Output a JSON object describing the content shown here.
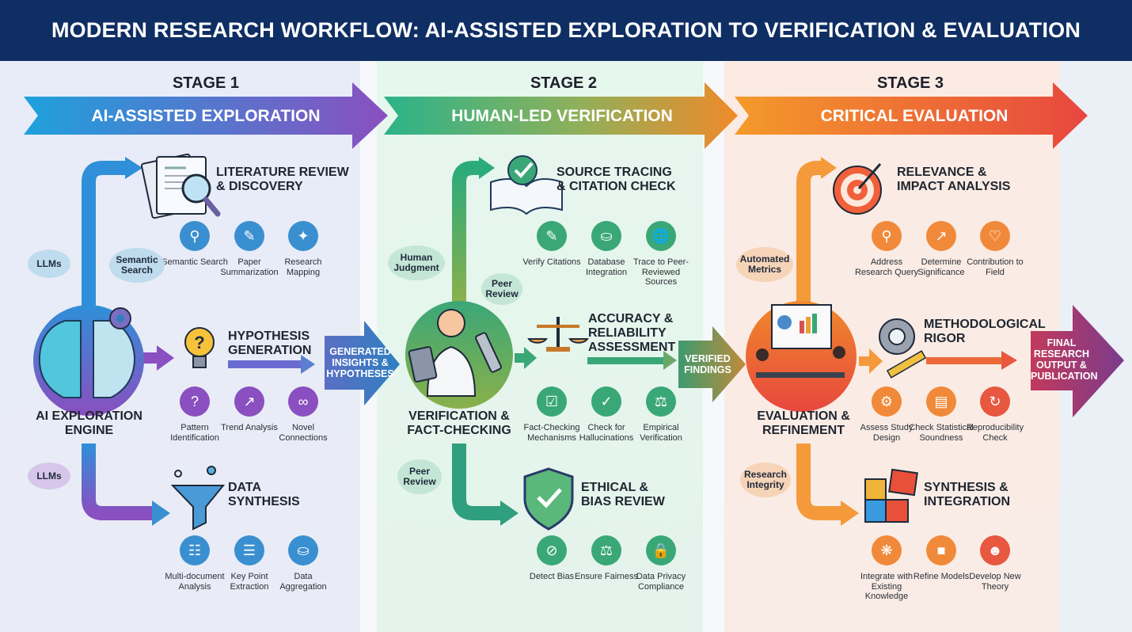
{
  "title": "MODERN RESEARCH WORKFLOW: AI-ASSISTED EXPLORATION TO VERIFICATION & EVALUATION",
  "colors": {
    "title_bg": "#0f2e63",
    "stage1_gradient": [
      "#1ea1dc",
      "#8a4fc0"
    ],
    "stage2_gradient": [
      "#2bb38a",
      "#f08a2a"
    ],
    "stage3_gradient": [
      "#f49a2a",
      "#e8473f"
    ],
    "final_output": [
      "#c23a5c",
      "#7a3b8c"
    ]
  },
  "stages": [
    {
      "stage_label": "STAGE 1",
      "banner": "AI-ASSISTED EXPLORATION",
      "center": {
        "label_line1": "AI EXPLORATION",
        "label_line2": "ENGINE",
        "icon": "brain-gear-icon"
      },
      "bubbles": [
        "LLMs",
        "Semantic Search",
        "LLMs"
      ],
      "branches": [
        {
          "heading_line1": "LITERATURE REVIEW",
          "heading_line2": "& DISCOVERY",
          "icon": "document-magnifier-icon",
          "items": [
            {
              "label": "Semantic Search",
              "icon": "search-icon"
            },
            {
              "label": "Paper Summarization",
              "icon": "edit-document-icon"
            },
            {
              "label": "Research Mapping",
              "icon": "network-icon"
            }
          ]
        },
        {
          "heading_line1": "HYPOTHESIS",
          "heading_line2": "GENERATION",
          "icon": "lightbulb-question-icon",
          "items": [
            {
              "label": "Pattern Identification",
              "icon": "question-magnifier-icon"
            },
            {
              "label": "Trend Analysis",
              "icon": "trend-chart-icon"
            },
            {
              "label": "Novel Connections",
              "icon": "link-icon"
            }
          ]
        },
        {
          "heading_line1": "DATA",
          "heading_line2": "SYNTHESIS",
          "icon": "funnel-icon",
          "items": [
            {
              "label": "Multi-document Analysis",
              "icon": "documents-icon"
            },
            {
              "label": "Key Point Extraction",
              "icon": "list-cursor-icon"
            },
            {
              "label": "Data Aggregation",
              "icon": "database-icon"
            }
          ]
        }
      ]
    },
    {
      "stage_label": "STAGE 2",
      "banner": "HUMAN-LED VERIFICATION",
      "center": {
        "label_line1": "VERIFICATION &",
        "label_line2": "FACT-CHECKING",
        "icon": "scientist-microscope-icon"
      },
      "bubbles": [
        "Human Judgment",
        "Peer Review",
        "Peer Review"
      ],
      "branches": [
        {
          "heading_line1": "SOURCE TRACING",
          "heading_line2": "& CITATION CHECK",
          "icon": "book-check-icon",
          "items": [
            {
              "label": "Verify Citations",
              "icon": "edit-box-icon"
            },
            {
              "label": "Database Integration",
              "icon": "database-icon"
            },
            {
              "label": "Trace to Peer-Reviewed Sources",
              "icon": "globe-cursor-icon"
            }
          ]
        },
        {
          "heading_line1": "ACCURACY &",
          "heading_line2": "RELIABILITY",
          "heading_line3": "ASSESSMENT",
          "icon": "scales-icon",
          "items": [
            {
              "label": "Fact-Checking Mechanisms",
              "icon": "checkbox-icon"
            },
            {
              "label": "Check for Hallucinations",
              "icon": "check-magnifier-icon"
            },
            {
              "label": "Empirical Verification",
              "icon": "scales-icon"
            }
          ]
        },
        {
          "heading_line1": "ETHICAL &",
          "heading_line2": "BIAS REVIEW",
          "icon": "shield-check-icon",
          "items": [
            {
              "label": "Detect Bias",
              "icon": "shield-ban-icon"
            },
            {
              "label": "Ensure Fairness",
              "icon": "scales-icon"
            },
            {
              "label": "Data Privacy Compliance",
              "icon": "shield-lock-icon"
            }
          ]
        }
      ]
    },
    {
      "stage_label": "STAGE 3",
      "banner": "CRITICAL EVALUATION",
      "center": {
        "label_line1": "EVALUATION &",
        "label_line2": "REFINEMENT",
        "icon": "team-meeting-icon"
      },
      "bubbles": [
        "Automated Metrics",
        "Research Integrity"
      ],
      "branches": [
        {
          "heading_line1": "RELEVANCE &",
          "heading_line2": "IMPACT ANALYSIS",
          "icon": "target-arrow-icon",
          "items": [
            {
              "label": "Address Research Query",
              "icon": "chart-magnifier-icon"
            },
            {
              "label": "Determine Significance",
              "icon": "growth-chart-icon"
            },
            {
              "label": "Contribution to Field",
              "icon": "heart-hand-icon"
            }
          ]
        },
        {
          "heading_line1": "METHODOLOGICAL",
          "heading_line2": "RIGOR",
          "icon": "gear-wrench-ruler-icon",
          "items": [
            {
              "label": "Assess Study Design",
              "icon": "gear-icon"
            },
            {
              "label": "Check Statistical Soundness",
              "icon": "bar-chart-icon"
            },
            {
              "label": "Reproducibility Check",
              "icon": "document-refresh-icon"
            }
          ]
        },
        {
          "heading_line1": "SYNTHESIS &",
          "heading_line2": "INTEGRATION",
          "icon": "puzzle-icon",
          "items": [
            {
              "label": "Integrate with Existing Knowledge",
              "icon": "brain-icon"
            },
            {
              "label": "Refine Models",
              "icon": "puzzle-piece-icon"
            },
            {
              "label": "Develop New Theory",
              "icon": "head-brain-icon"
            }
          ]
        }
      ]
    }
  ],
  "connectors": [
    {
      "line1": "GENERATED",
      "line2": "INSIGHTS &",
      "line3": "HYPOTHESES"
    },
    {
      "line1": "VERIFIED",
      "line2": "FINDINGS"
    }
  ],
  "final_output": {
    "line1": "FINAL",
    "line2": "RESEARCH",
    "line3": "OUTPUT &",
    "line4": "PUBLICATION"
  }
}
